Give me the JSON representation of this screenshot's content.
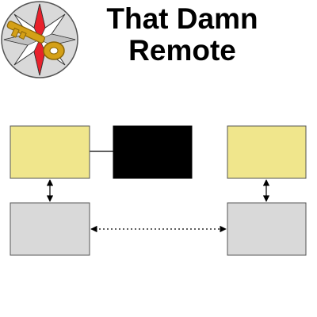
{
  "header": {
    "title_line1": "That Damn",
    "title_line2": "Remote"
  },
  "logo": {
    "icon": "compass-key-logo-icon",
    "colors": {
      "circle_fill": "#d9d9d9",
      "star_white": "#ffffff",
      "star_red": "#e8212b",
      "key": "#d4a017"
    }
  },
  "diagram": {
    "colors": {
      "yellow_box": "#f0e68c",
      "grey_box": "#d9d9d9",
      "black_box": "#000000",
      "line": "#000000"
    },
    "nodes": [
      {
        "id": "top-left-box",
        "color": "yellow"
      },
      {
        "id": "black-box",
        "color": "black"
      },
      {
        "id": "top-right-box",
        "color": "yellow"
      },
      {
        "id": "bottom-left-box",
        "color": "grey"
      },
      {
        "id": "bottom-right-box",
        "color": "grey"
      }
    ],
    "edges": [
      {
        "from": "top-left-box",
        "to": "black-box",
        "style": "solid",
        "arrows": "none"
      },
      {
        "from": "top-left-box",
        "to": "bottom-left-box",
        "style": "solid",
        "arrows": "both"
      },
      {
        "from": "top-right-box",
        "to": "bottom-right-box",
        "style": "solid",
        "arrows": "both"
      },
      {
        "from": "bottom-left-box",
        "to": "bottom-right-box",
        "style": "dotted",
        "arrows": "both"
      }
    ]
  }
}
